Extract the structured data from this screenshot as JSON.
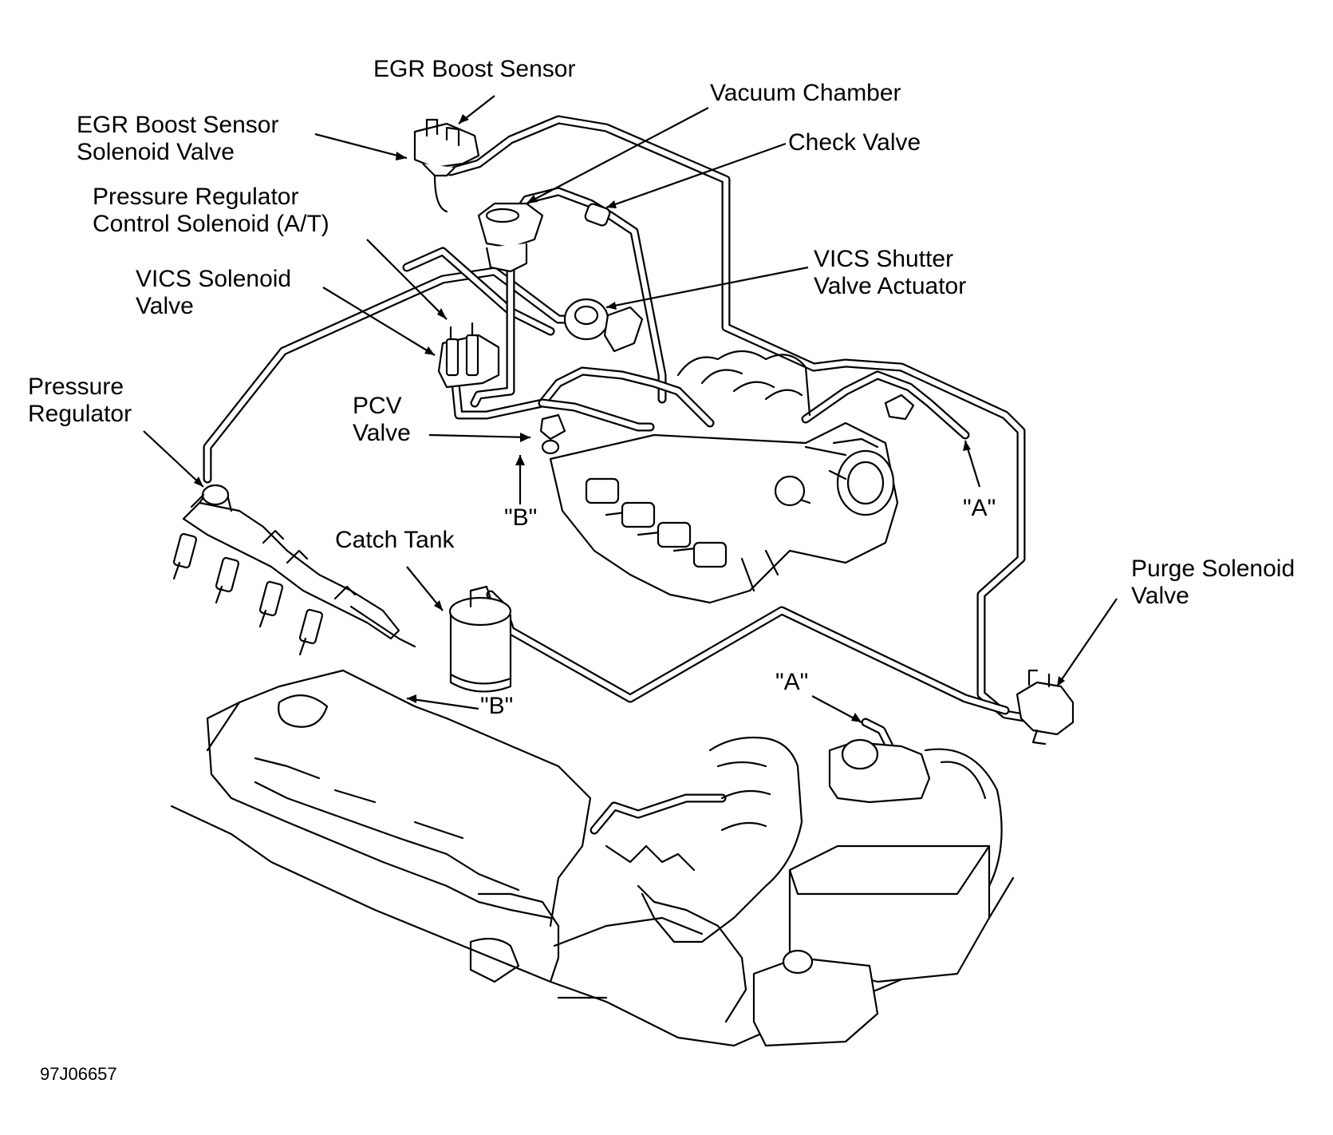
{
  "labels": {
    "egr_boost_sensor": "EGR Boost Sensor",
    "egr_boost_sensor_solenoid_l1": "EGR Boost Sensor",
    "egr_boost_sensor_solenoid_l2": "Solenoid Valve",
    "pressure_regulator_control_l1": "Pressure Regulator",
    "pressure_regulator_control_l2": "Control Solenoid (A/T)",
    "vics_solenoid_l1": "VICS Solenoid",
    "vics_solenoid_l2": "Valve",
    "pressure_regulator_l1": "Pressure",
    "pressure_regulator_l2": "Regulator",
    "pcv_valve_l1": "PCV",
    "pcv_valve_l2": "Valve",
    "b_marker_top": "\"B\"",
    "catch_tank": "Catch Tank",
    "b_marker_bottom": "\"B\"",
    "vacuum_chamber": "Vacuum Chamber",
    "check_valve": "Check Valve",
    "vics_shutter_l1": "VICS Shutter",
    "vics_shutter_l2": "Valve Actuator",
    "a_marker_right": "\"A\"",
    "purge_solenoid_l1": "Purge Solenoid",
    "purge_solenoid_l2": "Valve",
    "a_marker_bottom": "\"A\""
  },
  "figure_code": "97J06657"
}
